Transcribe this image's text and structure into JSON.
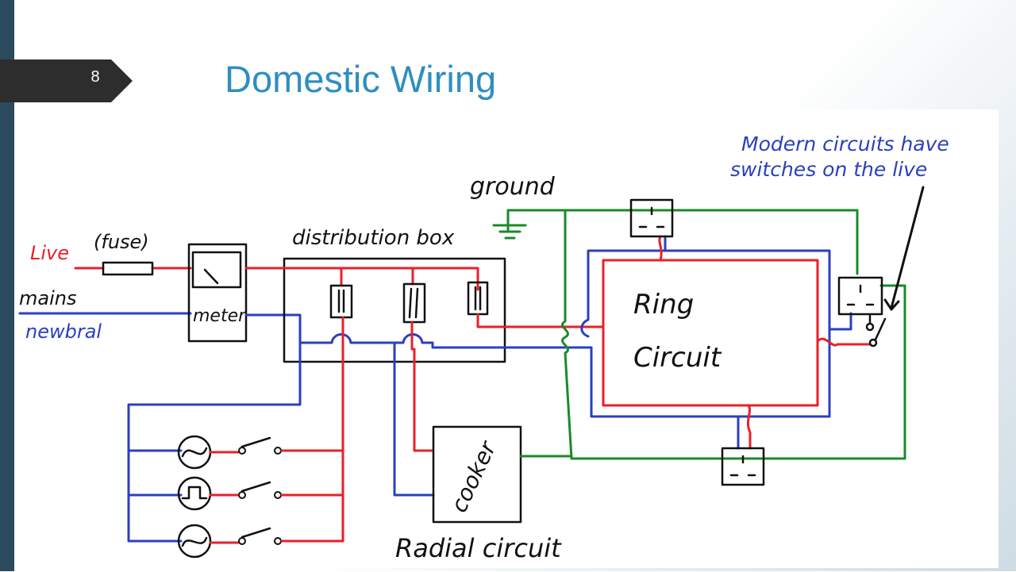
{
  "slide": {
    "number": "8",
    "title": "Domestic Wiring"
  },
  "diagram": {
    "labels": {
      "live": "Live",
      "mains": "mains",
      "neutral": "newbral",
      "fuse": "(fuse)",
      "meter": "meter",
      "distribution_box": "distribution box",
      "ground": "ground",
      "ring_line1": "Ring",
      "ring_line2": "Circuit",
      "cooker": "cooker",
      "radial_circuit": "Radial circuit",
      "annotation_line1": "Modern circuits have",
      "annotation_line2": "switches on the live"
    },
    "colors": {
      "live": "#e8202a",
      "neutral": "#2b3fbf",
      "earth": "#1a8a2a",
      "ink": "#111111",
      "annotation": "#2b3fbf",
      "title": "#2e8fc0"
    }
  }
}
